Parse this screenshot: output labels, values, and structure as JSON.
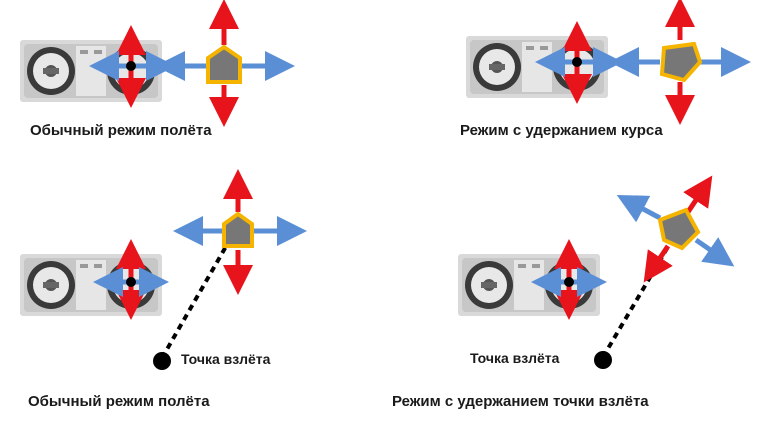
{
  "panels": [
    {
      "caption": "Обычный режим полёта"
    },
    {
      "caption": "Режим с удержанием курса"
    },
    {
      "caption": "Обычный режим полёта",
      "point_label": "Точка взлёта"
    },
    {
      "caption": "Режим с удержанием точки взлёта",
      "point_label": "Точка взлёта"
    }
  ],
  "colors": {
    "arrow_red": "#e8141b",
    "arrow_blue": "#5a8fd6",
    "drone_fill": "#777777",
    "drone_border": "#f5b400"
  },
  "icons": [
    "rc-transmitter",
    "drone-icon",
    "home-point-dot",
    "direction-arrows"
  ]
}
